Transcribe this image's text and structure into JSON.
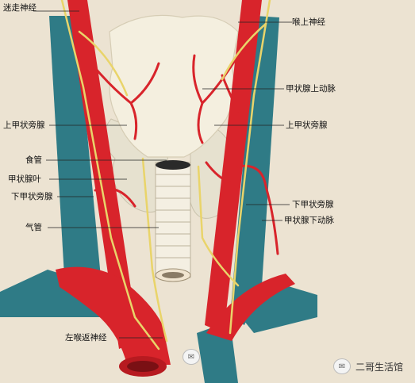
{
  "labels": {
    "vagus_nerve": "迷走神经",
    "superior_laryngeal_nerve": "喉上神经",
    "superior_thyroid_artery": "甲状腺上动脉",
    "superior_parathyroid_left": "上甲状旁腺",
    "superior_parathyroid_right": "上甲状旁腺",
    "esophagus": "食管",
    "thyroid_lobe": "甲状腺叶",
    "inferior_parathyroid_left": "下甲状旁腺",
    "inferior_parathyroid_right": "下甲状旁腺",
    "inferior_thyroid_artery": "甲状腺下动脉",
    "trachea": "气管",
    "left_recurrent_laryngeal_nerve": "左喉返神经"
  },
  "watermark": {
    "text": "二哥生活馆",
    "icon": "wechat-icon"
  },
  "colors": {
    "background": "#ece3d2",
    "artery": "#d8242b",
    "vein": "#2f7b86",
    "nerve": "#e9d46a",
    "thyroid": "#f1ecd8",
    "trachea": "#f4efe2",
    "leader": "#222222"
  }
}
